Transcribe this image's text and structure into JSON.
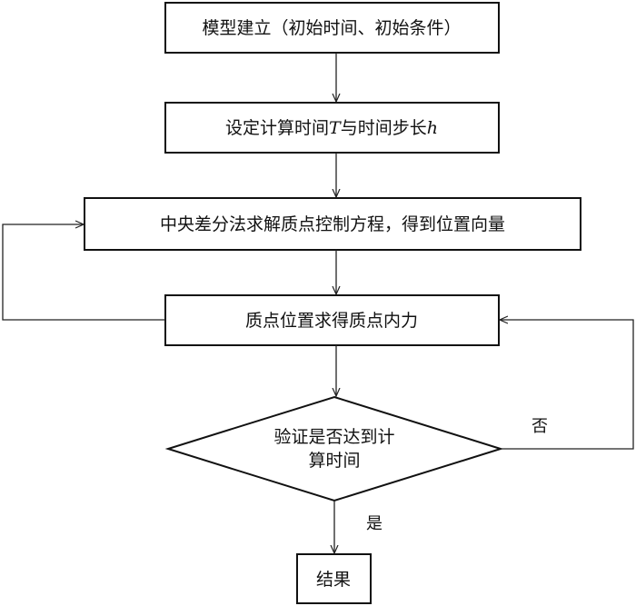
{
  "nodes": {
    "model_setup": {
      "label": "模型建立（初始时间、初始条件）"
    },
    "set_time": {
      "label_before": "设定计算时间",
      "var_T": "T",
      "label_middle": "与时间步长",
      "var_h": "h"
    },
    "central_diff": {
      "label": "中央差分法求解质点控制方程，得到位置向量"
    },
    "internal_force": {
      "label": "质点位置求得质点内力"
    },
    "check_time": {
      "line1": "验证是否达到计",
      "line2": "算时间"
    },
    "result": {
      "label": "结果"
    }
  },
  "edge_labels": {
    "no": "否",
    "yes": "是"
  }
}
